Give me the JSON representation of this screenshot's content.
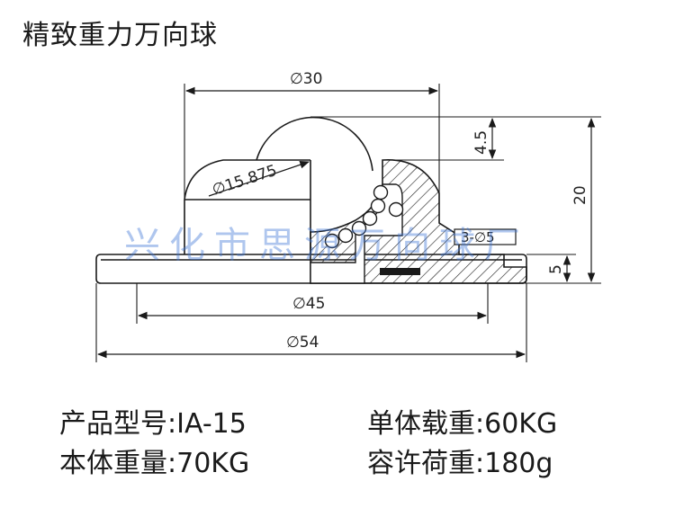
{
  "title": "精致重力万向球",
  "watermark": "兴化市思源万向球厂",
  "dimensions": {
    "top_width": "∅30",
    "ball_diameter": "∅15.875",
    "protrusion": "4.5",
    "total_height": "20",
    "holes": "3-∅5",
    "flange_thickness": "5",
    "body_diameter": "∅45",
    "flange_diameter": "∅54"
  },
  "specs": {
    "model_label": "产品型号:",
    "model_value": "IA-15",
    "load_label": "单体载重:",
    "load_value": "60KG",
    "weight_label": "本体重量:",
    "weight_value": "70KG",
    "capacity_label": "容许荷重:",
    "capacity_value": "180g"
  },
  "colors": {
    "line": "#1a1a1a",
    "watermark": "#4078d7"
  }
}
